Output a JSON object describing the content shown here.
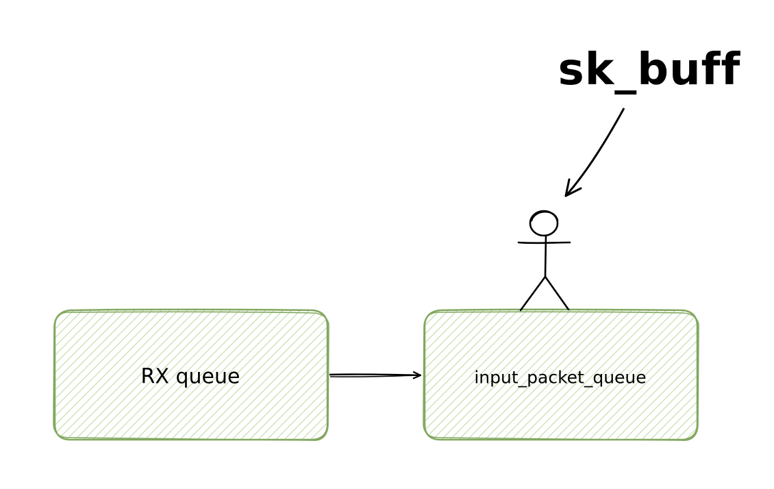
{
  "diagram": {
    "nodes": [
      {
        "id": "rx_queue",
        "label": "RX queue"
      },
      {
        "id": "input_packet_queue",
        "label": "input_packet_queue"
      }
    ],
    "edges": [
      {
        "from": "rx_queue",
        "to": "input_packet_queue"
      }
    ],
    "annotation": {
      "label": "sk_buff",
      "points_to": "stick-figure on input_packet_queue"
    },
    "colors": {
      "box_stroke": "#82a860",
      "box_hatch": "#b9d89e",
      "ink": "#000000"
    }
  }
}
